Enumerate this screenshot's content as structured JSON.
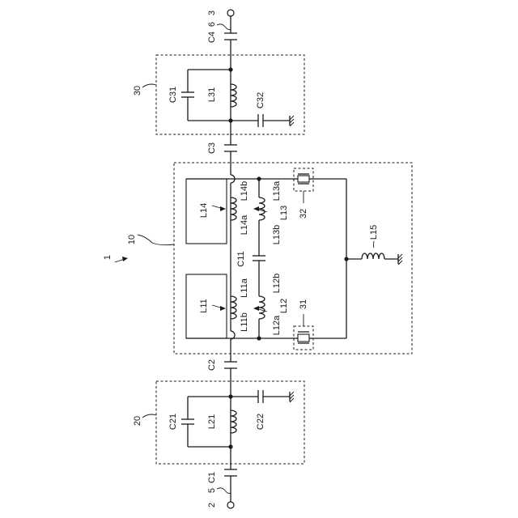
{
  "labels": {
    "t3": "3",
    "n6": "6",
    "c4": "C4",
    "n30": "30",
    "c31": "C31",
    "l31": "L31",
    "c32": "C32",
    "c3": "C3",
    "n10": "10",
    "n1": "1",
    "l14": "L14",
    "l14b": "L14b",
    "l14a": "L14a",
    "l13a": "L13a",
    "l13": "L13",
    "l13b": "L13b",
    "n32": "32",
    "c11": "C11",
    "l15": "L15",
    "l11": "L11",
    "l11a": "L11a",
    "l11b": "L11b",
    "l12b": "L12b",
    "l12": "L12",
    "l12a": "L12a",
    "n31": "31",
    "c2": "C2",
    "n20": "20",
    "c21": "C21",
    "l21": "L21",
    "c22": "C22",
    "c1": "C1",
    "n5": "5",
    "t2": "2"
  }
}
